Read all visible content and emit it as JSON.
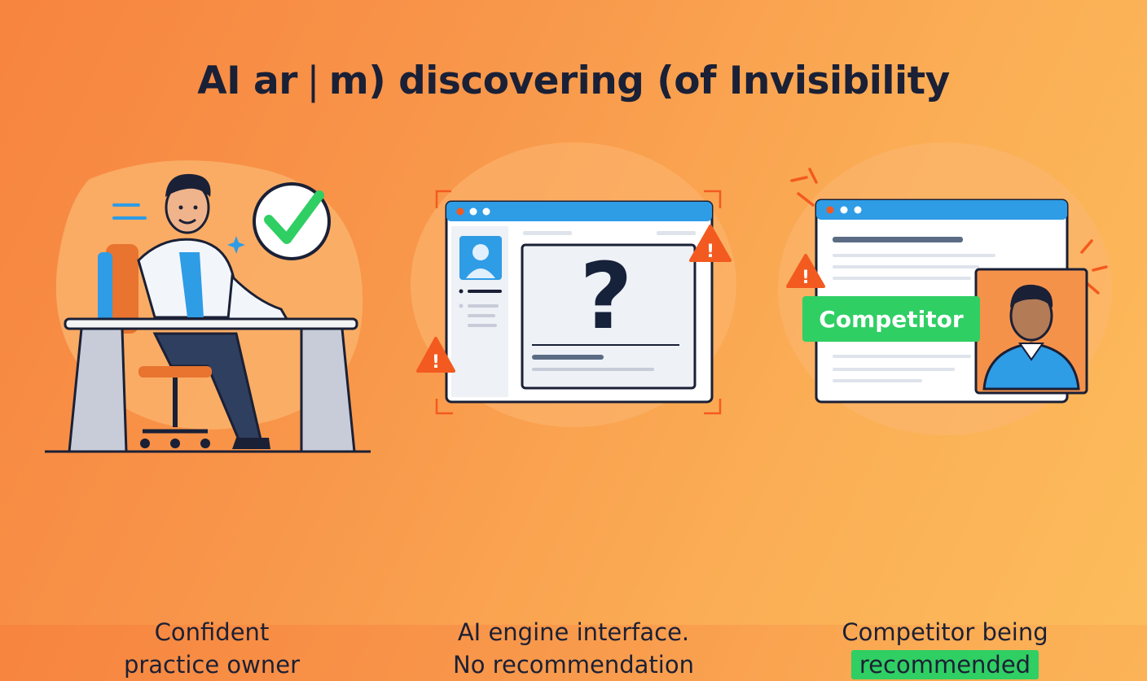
{
  "title": "AI ar❘m) discovering (of Invisibility",
  "panels": [
    {
      "caption_line1": "Confident",
      "caption_line2": "practice owner",
      "icons": [
        "person-at-desk",
        "check-icon",
        "speech-icon",
        "sparkle-icon"
      ]
    },
    {
      "caption_line1": "AI engine interface.",
      "caption_line2": "No recommendation",
      "icons": [
        "browser-window",
        "question-icon",
        "warning-icon",
        "avatar-icon"
      ]
    },
    {
      "caption_line1": "Competitor being",
      "caption_line2": "recommended",
      "badge": "Competitor",
      "icons": [
        "browser-window",
        "warning-icon",
        "person-avatar"
      ]
    }
  ],
  "colors": {
    "accent_green": "#2fcf63",
    "alert_orange": "#f35a1f",
    "browser_blue": "#2f9ce6",
    "ink": "#1a2036"
  }
}
